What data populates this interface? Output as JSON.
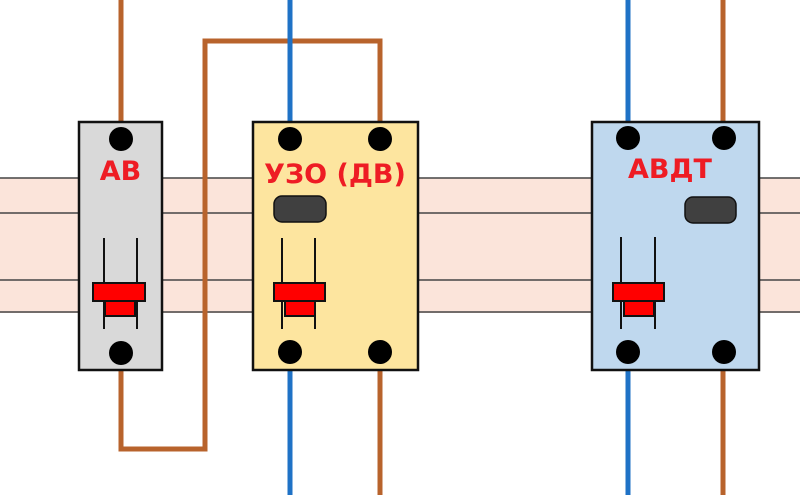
{
  "colors": {
    "phase_wire": "#b8632c",
    "neutral_wire": "#1f72c6",
    "rail": "#fbe4da",
    "av_body": "#d9d9d9",
    "uzo_body": "#fde59f",
    "avdt_body": "#bfd8ee",
    "label": "#ee1c24",
    "toggle": "#ff0000"
  },
  "devices": {
    "av": {
      "label": "АВ"
    },
    "uzo": {
      "label": "УЗО (ДВ)"
    },
    "avdt": {
      "label": "АВДТ"
    }
  }
}
